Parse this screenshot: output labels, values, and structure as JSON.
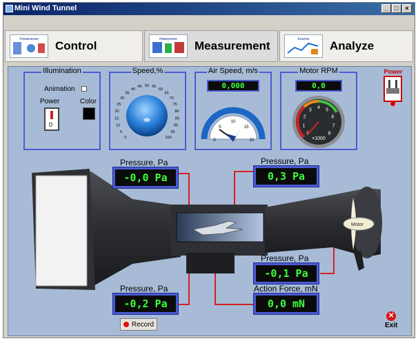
{
  "window": {
    "title": "Mini Wind Tunnel"
  },
  "tabs": [
    {
      "label": "Control",
      "thumb_caption": "Управление"
    },
    {
      "label": "Measurement",
      "thumb_caption": "Измерение"
    },
    {
      "label": "Analyze",
      "thumb_caption": "Анализ"
    }
  ],
  "illumination": {
    "title": "Illumination",
    "animation_label": "Animation",
    "power_label": "Power",
    "power_value": "0",
    "color_label": "Color"
  },
  "speed": {
    "title": "Speed,%",
    "ticks": [
      "0",
      "5",
      "10",
      "15",
      "20",
      "25",
      "30",
      "35",
      "40",
      "45",
      "50",
      "55",
      "60",
      "65",
      "70",
      "75",
      "80",
      "85",
      "90",
      "95",
      "100"
    ],
    "value": 0
  },
  "airspeed": {
    "title": "Air Speed, m/s",
    "value": "0,000",
    "ticks": [
      "0",
      "5",
      "10",
      "15",
      "20"
    ]
  },
  "motor_rpm": {
    "title": "Motor RPM",
    "value": "0,0",
    "ticks": [
      "0",
      "1",
      "2",
      "3",
      "4",
      "5",
      "6",
      "7",
      "8"
    ],
    "unit": "×1000"
  },
  "power_widget": {
    "label": "Power"
  },
  "sensors": {
    "p1": {
      "label": "Pressure, Pa",
      "value": "-0,0 Pa"
    },
    "p2": {
      "label": "Pressure, Pa",
      "value": "0,3 Pa"
    },
    "p3": {
      "label": "Pressure, Pa",
      "value": "-0,1 Pa"
    },
    "p4": {
      "label": "Pressure, Pa",
      "value": "-0,2 Pa"
    },
    "force": {
      "label": "Action Force, mN",
      "value": "0,0 mN"
    }
  },
  "tunnel": {
    "motor_label": "Motor"
  },
  "record": {
    "label": "Record"
  },
  "exit": {
    "label": "Exit"
  },
  "colors": {
    "panel": "#a7bbd6",
    "frame": "#4b5bd1",
    "lcd_text": "#3dff3d",
    "lines": "#d42020"
  }
}
